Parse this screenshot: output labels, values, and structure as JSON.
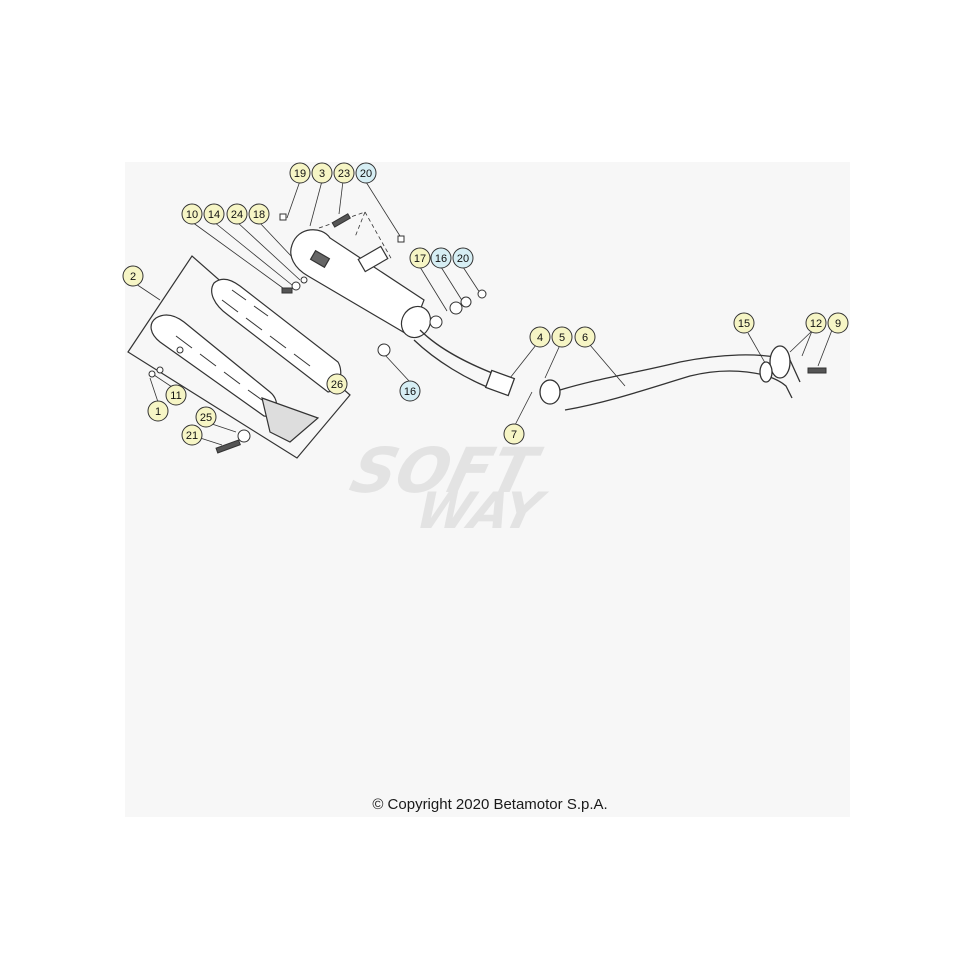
{
  "colors": {
    "callout_yellow": "#f6f5c5",
    "callout_blue": "#d6eef4",
    "outline": "#333333",
    "panel": "#f7f7f7"
  },
  "watermark": {
    "line1": "SOFT",
    "line2": "WAY"
  },
  "copyright": "© Copyright 2020 Betamotor S.p.A.",
  "callouts": [
    {
      "id": "c19",
      "text": "19",
      "color": "yellow"
    },
    {
      "id": "c3",
      "text": "3",
      "color": "yellow"
    },
    {
      "id": "c23",
      "text": "23",
      "color": "yellow"
    },
    {
      "id": "c20a",
      "text": "20",
      "color": "blue"
    },
    {
      "id": "c10",
      "text": "10",
      "color": "yellow"
    },
    {
      "id": "c14",
      "text": "14",
      "color": "yellow"
    },
    {
      "id": "c24",
      "text": "24",
      "color": "yellow"
    },
    {
      "id": "c18",
      "text": "18",
      "color": "yellow"
    },
    {
      "id": "c17",
      "text": "17",
      "color": "yellow"
    },
    {
      "id": "c16a",
      "text": "16",
      "color": "blue"
    },
    {
      "id": "c20b",
      "text": "20",
      "color": "blue"
    },
    {
      "id": "c2",
      "text": "2",
      "color": "yellow"
    },
    {
      "id": "c4",
      "text": "4",
      "color": "yellow"
    },
    {
      "id": "c5",
      "text": "5",
      "color": "yellow"
    },
    {
      "id": "c6",
      "text": "6",
      "color": "yellow"
    },
    {
      "id": "c15",
      "text": "15",
      "color": "yellow"
    },
    {
      "id": "c12",
      "text": "12",
      "color": "yellow"
    },
    {
      "id": "c9",
      "text": "9",
      "color": "yellow"
    },
    {
      "id": "c16b",
      "text": "16",
      "color": "blue"
    },
    {
      "id": "c26",
      "text": "26",
      "color": "yellow"
    },
    {
      "id": "c11",
      "text": "11",
      "color": "yellow"
    },
    {
      "id": "c1",
      "text": "1",
      "color": "yellow"
    },
    {
      "id": "c25",
      "text": "25",
      "color": "yellow"
    },
    {
      "id": "c21",
      "text": "21",
      "color": "yellow"
    },
    {
      "id": "c7",
      "text": "7",
      "color": "yellow"
    }
  ]
}
